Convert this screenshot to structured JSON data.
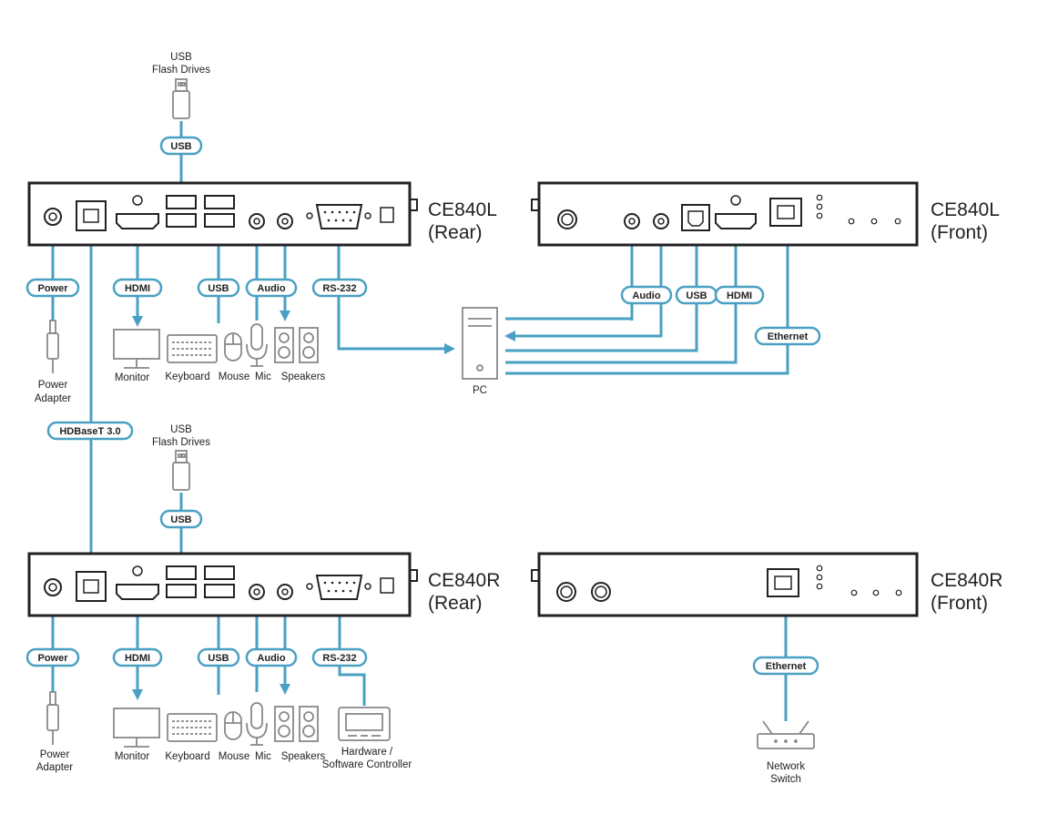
{
  "colors": {
    "cable": "#4aa0c3",
    "device_outline": "#222222",
    "peripheral": "#888888",
    "tag_border": "#4aa0c3"
  },
  "devices": {
    "l_rear_name": "CE840L",
    "l_rear_sub": "(Rear)",
    "l_front_name": "CE840L",
    "l_front_sub": "(Front)",
    "r_rear_name": "CE840R",
    "r_rear_sub": "(Rear)",
    "r_front_name": "CE840R",
    "r_front_sub": "(Front)"
  },
  "tags": {
    "usb": "USB",
    "power": "Power",
    "hdmi": "HDMI",
    "audio": "Audio",
    "rs232": "RS-232",
    "ethernet": "Ethernet",
    "hdbaset": "HDBaseT 3.0"
  },
  "labels": {
    "usb_flash_line1": "USB",
    "usb_flash_line2": "Flash Drives",
    "power_adapter_line1": "Power",
    "power_adapter_line2": "Adapter",
    "monitor": "Monitor",
    "keyboard": "Keyboard",
    "mouse": "Mouse",
    "mic": "Mic",
    "speakers": "Speakers",
    "pc": "PC",
    "controller_line1": "Hardware /",
    "controller_line2": "Software Controller",
    "network_line1": "Network",
    "network_line2": "Switch"
  },
  "icons": [
    "usb-flash-drive-icon",
    "power-adapter-icon",
    "monitor-icon",
    "keyboard-icon",
    "mouse-icon",
    "mic-icon",
    "speakers-icon",
    "pc-tower-icon",
    "controller-icon",
    "network-switch-icon"
  ]
}
